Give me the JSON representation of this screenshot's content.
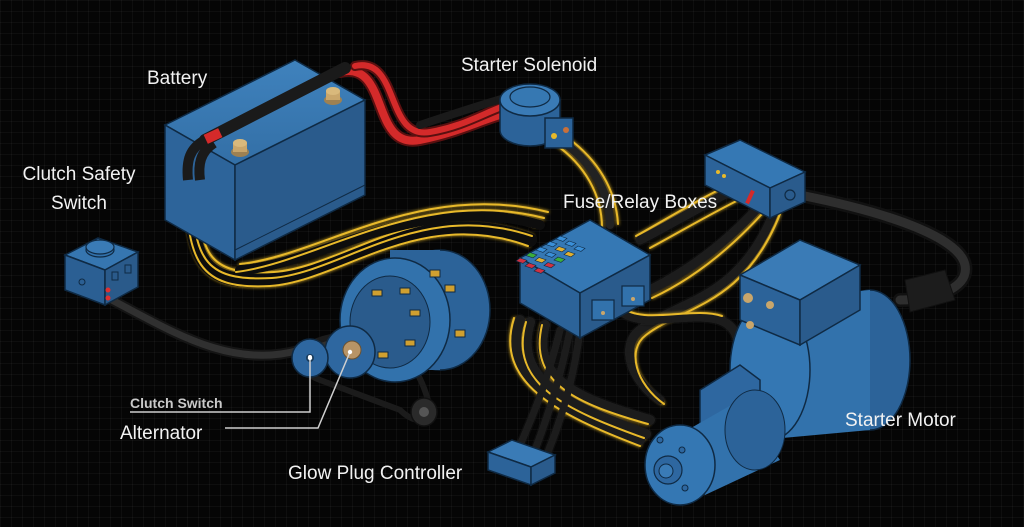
{
  "diagram": {
    "title": "Vehicle Starting & Charging Electrical System",
    "colors": {
      "background": "#050505",
      "component_fill": "#2f6a9e",
      "component_stroke": "#0f2a44",
      "wire_yellow": "#e8b92a",
      "wire_red": "#d42a2a",
      "wire_black": "#2a2a2a",
      "terminal_brass": "#c9a66b",
      "label_text": "#f2f2f2"
    },
    "labels": {
      "battery": "Battery",
      "starter_solenoid": "Starter Solenoid",
      "clutch_safety_switch_line1": "Clutch Safety",
      "clutch_safety_switch_line2": "Switch",
      "fuse_relay_boxes": "Fuse/Relay Boxes",
      "clutch_switch": "Clutch Switch",
      "alternator": "Alternator",
      "glow_plug_controller": "Glow Plug Controller",
      "starter_motor": "Starter Motor"
    },
    "components": [
      {
        "id": "battery",
        "name": "Battery"
      },
      {
        "id": "starter-solenoid",
        "name": "Starter Solenoid"
      },
      {
        "id": "clutch-safety-switch",
        "name": "Clutch Safety Switch"
      },
      {
        "id": "fuse-box",
        "name": "Fuse Box"
      },
      {
        "id": "relay-box",
        "name": "Relay Box"
      },
      {
        "id": "alternator",
        "name": "Alternator"
      },
      {
        "id": "glow-plug-controller",
        "name": "Glow Plug Controller"
      },
      {
        "id": "starter-motor",
        "name": "Starter Motor"
      }
    ],
    "fuse_colors": [
      "#3a8fd8",
      "#3a8fd8",
      "#3a8fd8",
      "#3a8fd8",
      "#e0b030",
      "#e0b030",
      "#3a8fd8",
      "#3a8fd8",
      "#3cae3c",
      "#3cae3c",
      "#e0b030",
      "#d03040",
      "#d03040",
      "#d03040",
      "#d03040"
    ]
  }
}
